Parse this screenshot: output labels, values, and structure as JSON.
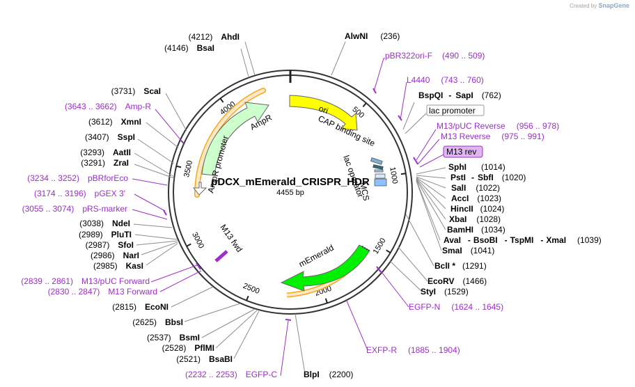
{
  "credit": {
    "prefix": "Created by",
    "brand": "SnapGene"
  },
  "plasmid": {
    "name": "pDCX_mEmerald_CRISPR_HDR",
    "size_label": "4455 bp",
    "length": 4455
  },
  "ticks": [
    {
      "bp": 500,
      "label": "500"
    },
    {
      "bp": 1000,
      "label": "1000"
    },
    {
      "bp": 1500,
      "label": "1500"
    },
    {
      "bp": 2000,
      "label": "2000"
    },
    {
      "bp": 2500,
      "label": "2500"
    },
    {
      "bp": 3000,
      "label": "3000"
    },
    {
      "bp": 3500,
      "label": "3500"
    },
    {
      "bp": 4000,
      "label": "4000"
    }
  ],
  "features": [
    {
      "label": "ori",
      "start": 86,
      "end": 675,
      "color": "#ffff00",
      "arrow": "cw"
    },
    {
      "label": "mEmerald",
      "start": 1330,
      "end": 2050,
      "color": "#00f000",
      "arrow": "ccw"
    },
    {
      "label": "AmpR",
      "start": 3675,
      "end": 4280,
      "color": "#ccffcc",
      "arrow": "cw"
    },
    {
      "label": "AmpR promoter",
      "start": 3570,
      "end": 3675,
      "color": "#ffffff",
      "arrow": "cw"
    }
  ],
  "inner_labels": [
    {
      "text": "CAP binding site"
    },
    {
      "text": "lac operator"
    },
    {
      "text": "MCS"
    },
    {
      "text": "M13 fwd"
    }
  ],
  "enzymes_right": [
    {
      "name": "AlwNI",
      "pos": "(236)"
    },
    {
      "name": "BspQI",
      "sep": "-",
      "name2": "SapI",
      "pos": "(762)"
    },
    {
      "name": "SphI",
      "pos": "(1014)"
    },
    {
      "name": "PstI",
      "sep": "-",
      "name2": "SbfI",
      "pos": "(1020)"
    },
    {
      "name": "SalI",
      "pos": "(1022)"
    },
    {
      "name": "AccI",
      "pos": "(1023)"
    },
    {
      "name": "HincII",
      "pos": "(1024)"
    },
    {
      "name": "XbaI",
      "pos": "(1028)"
    },
    {
      "name": "BamHI",
      "pos": "(1034)"
    },
    {
      "name": "AvaI",
      "sep": "-",
      "name2": "BsoBI",
      "name3": "TspMI",
      "name4": "XmaI",
      "pos": "(1039)"
    },
    {
      "name": "SmaI",
      "pos": "(1041)"
    },
    {
      "name": "BclI *",
      "pos": "(1291)"
    },
    {
      "name": "EcoRV",
      "pos": "(1466)"
    },
    {
      "name": "StyI",
      "pos": "(1529)"
    },
    {
      "name": "BlpI",
      "pos": "(2200)"
    }
  ],
  "enzymes_left": [
    {
      "name": "AhdI",
      "pos": "(4212)"
    },
    {
      "name": "BsaI",
      "pos": "(4146)"
    },
    {
      "name": "ScaI",
      "pos": "(3731)"
    },
    {
      "name": "XmnI",
      "pos": "(3612)"
    },
    {
      "name": "SspI",
      "pos": "(3407)"
    },
    {
      "name": "AatII",
      "pos": "(3293)"
    },
    {
      "name": "ZraI",
      "pos": "(3291)"
    },
    {
      "name": "NdeI",
      "pos": "(3038)"
    },
    {
      "name": "PluTI",
      "pos": "(2989)"
    },
    {
      "name": "SfoI",
      "pos": "(2987)"
    },
    {
      "name": "NarI",
      "pos": "(2986)"
    },
    {
      "name": "KasI",
      "pos": "(2985)"
    },
    {
      "name": "EcoNI",
      "pos": "(2815)"
    },
    {
      "name": "BbsI",
      "pos": "(2625)"
    },
    {
      "name": "BsmI",
      "pos": "(2537)"
    },
    {
      "name": "PflMI",
      "pos": "(2528)"
    },
    {
      "name": "BsaBI",
      "pos": "(2521)"
    }
  ],
  "primers_right": [
    {
      "name": "pBR322ori-F",
      "range": "(490 .. 509)"
    },
    {
      "name": "L4440",
      "range": "(743 .. 760)"
    },
    {
      "name": "lac promoter",
      "range": ""
    },
    {
      "name": "M13/pUC Reverse",
      "range": "(956 .. 978)"
    },
    {
      "name": "M13 Reverse",
      "range": "(975 .. 991)"
    },
    {
      "name": "M13 rev",
      "range": ""
    },
    {
      "name": "EGFP-N",
      "range": "(1624 .. 1645)"
    },
    {
      "name": "EXFP-R",
      "range": "(1885 .. 1904)"
    },
    {
      "name": "EGFP-C",
      "range": "(2232 .. 2253)"
    }
  ],
  "primers_left": [
    {
      "name": "Amp-R",
      "range": "(3643 .. 3662)"
    },
    {
      "name": "pBRforEco",
      "range": "(3234 .. 3252)"
    },
    {
      "name": "pGEX 3'",
      "range": "(3174 .. 3196)"
    },
    {
      "name": "pRS-marker",
      "range": "(3055 .. 3074)"
    },
    {
      "name": "M13/pUC Forward",
      "range": "(2839 .. 2861)"
    },
    {
      "name": "M13 Forward",
      "range": "(2830 .. 2847)"
    }
  ],
  "colors": {
    "primer": "#9b2fc8",
    "leader": "#8c8c8c",
    "backbone": "#333333",
    "cds_outline": "#f5a623"
  }
}
